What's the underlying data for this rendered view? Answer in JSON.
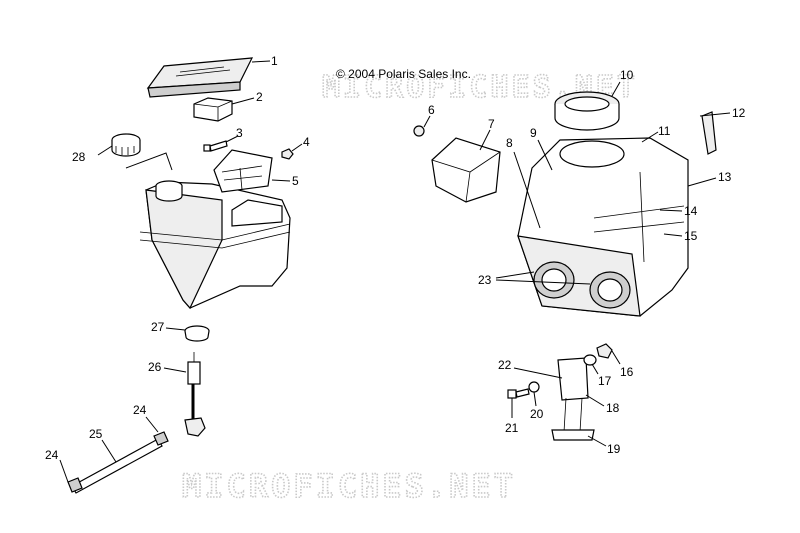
{
  "copyright": "© 2004 Polaris Sales Inc.",
  "watermarks": [
    "MICROFICHES.NET",
    "MICROFICHES.NET"
  ],
  "callouts": [
    "1",
    "2",
    "3",
    "4",
    "5",
    "6",
    "7",
    "8",
    "9",
    "10",
    "11",
    "12",
    "13",
    "14",
    "15",
    "16",
    "17",
    "18",
    "19",
    "20",
    "21",
    "22",
    "23",
    "24",
    "24",
    "25",
    "26",
    "27",
    "28"
  ]
}
